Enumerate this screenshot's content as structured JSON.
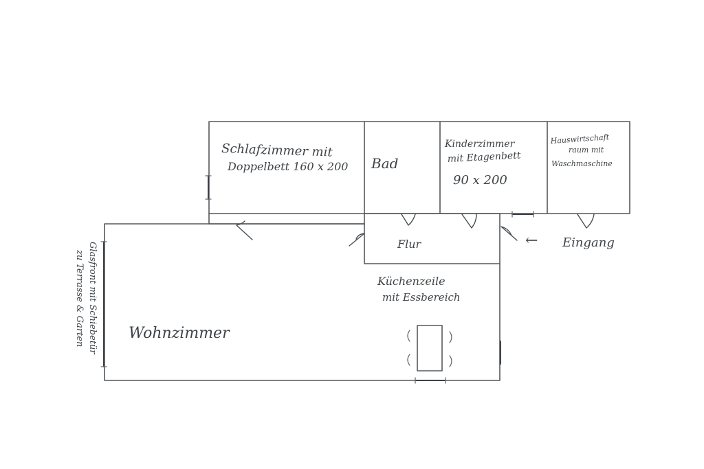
{
  "rooms": {
    "schlafzimmer": {
      "line1": "Schlafzimmer mit",
      "line2": "Doppelbett 160 x 200"
    },
    "bad": {
      "label": "Bad"
    },
    "kinderzimmer": {
      "line1": "Kinderzimmer",
      "line2": "mit Etagenbett",
      "line3": "90 x 200"
    },
    "hauswirtschaft": {
      "line1": "Hauswirtschaft",
      "line2": "raum mit",
      "line3": "Waschmaschine"
    },
    "flur": {
      "label": "Flur"
    },
    "kueche": {
      "line1": "Küchenzeile",
      "line2": "mit Essbereich"
    },
    "wohnzimmer": {
      "label": "Wohnzimmer"
    }
  },
  "entrance": {
    "arrow": "←",
    "label": "Eingang"
  },
  "glass_front": {
    "line1": "Glasfront mit Schiebetür",
    "line2": "zu Terrasse & Garten"
  }
}
